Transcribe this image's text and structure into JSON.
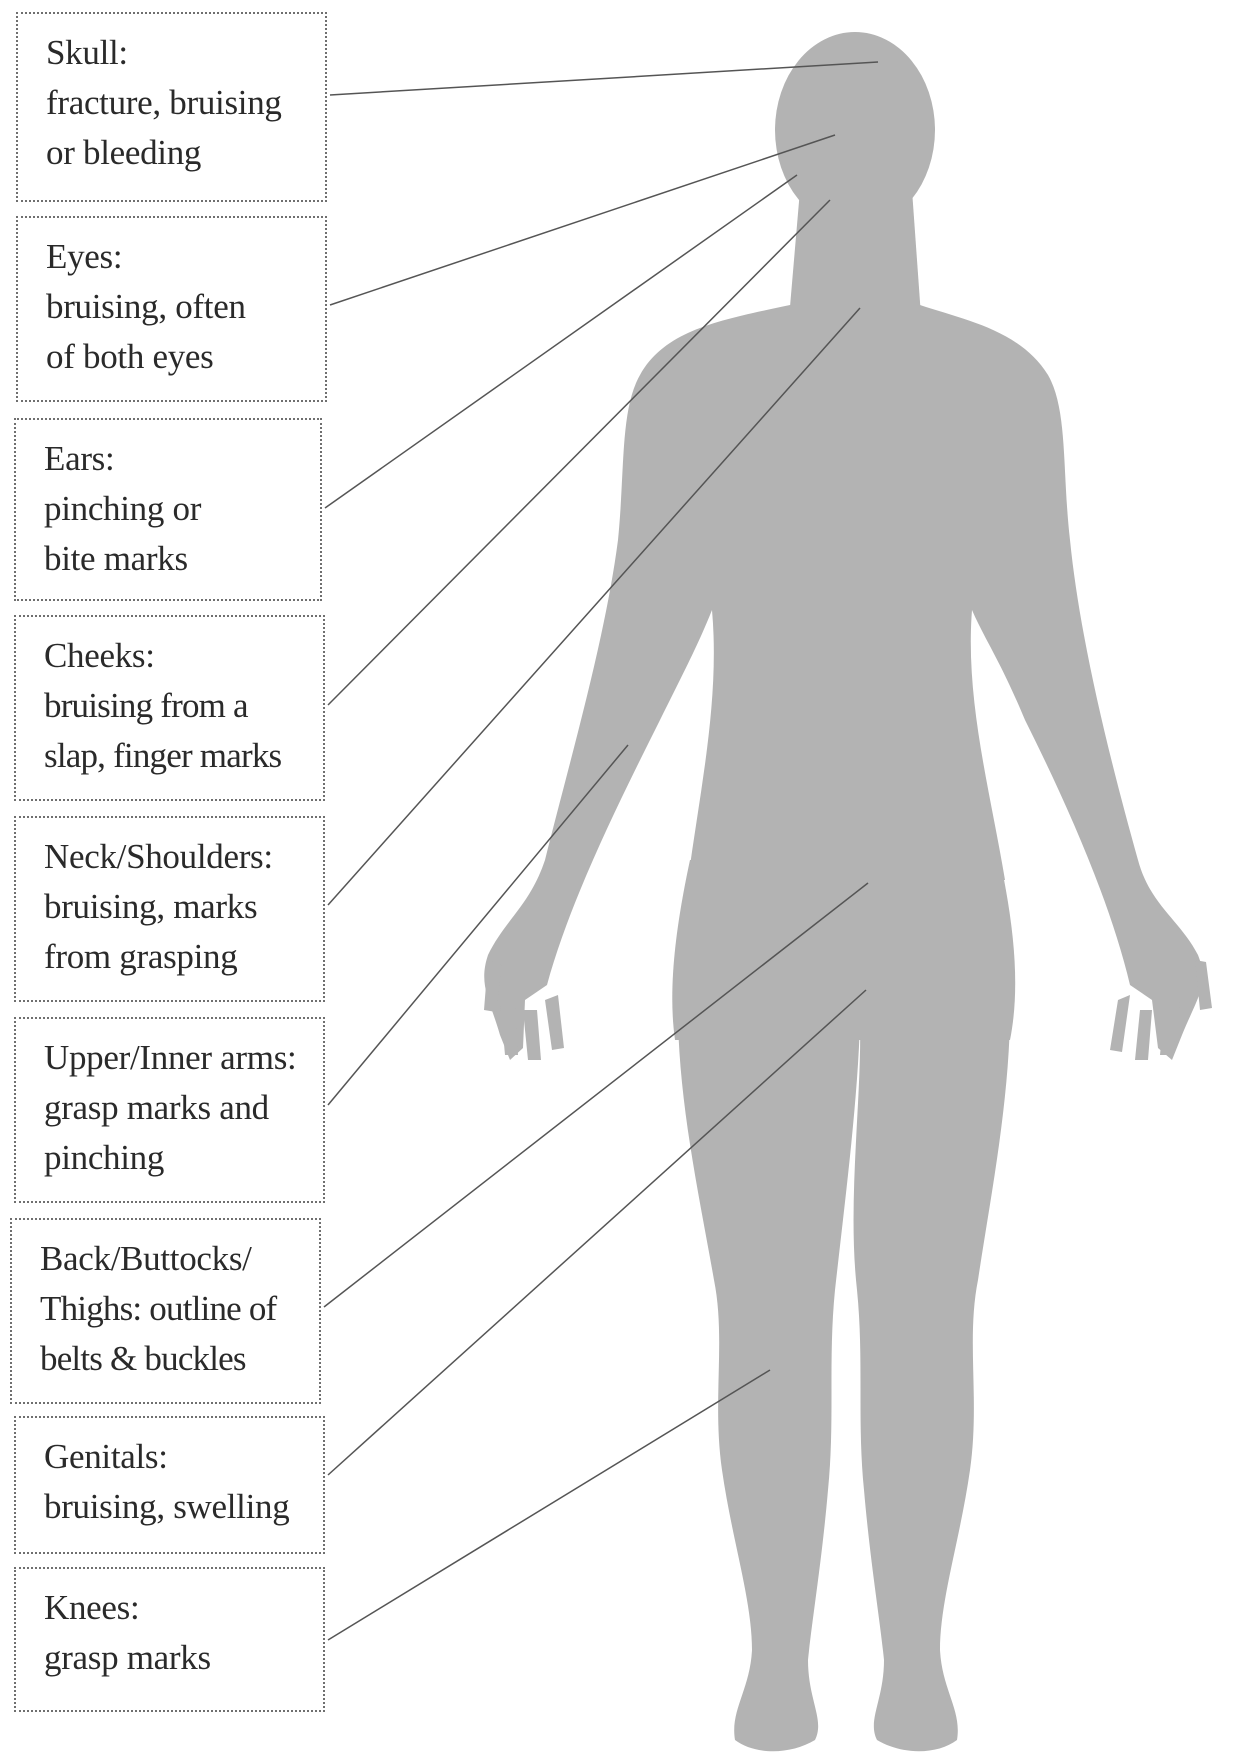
{
  "diagram": {
    "silhouette_color": "#b3b3b3",
    "leader_line_color": "#555555",
    "labels": [
      {
        "id": "skull",
        "title": "Skull:",
        "desc": "fracture, bruising\nor bleeding"
      },
      {
        "id": "eyes",
        "title": "Eyes:",
        "desc": "bruising, often\nof both eyes"
      },
      {
        "id": "ears",
        "title": "Ears:",
        "desc": "pinching or\nbite marks"
      },
      {
        "id": "cheeks",
        "title": "Cheeks:",
        "desc": "bruising from a\nslap, finger marks"
      },
      {
        "id": "neck-shoulders",
        "title": "Neck/Shoulders:",
        "desc": "bruising, marks\nfrom grasping"
      },
      {
        "id": "upper-inner-arms",
        "title": "Upper/Inner arms:",
        "desc": "grasp marks and\npinching"
      },
      {
        "id": "back-buttocks-thighs",
        "title": "Back/Buttocks/",
        "desc": "Thighs: outline of\nbelts & buckles"
      },
      {
        "id": "genitals",
        "title": "Genitals:",
        "desc": "bruising, swelling"
      },
      {
        "id": "knees",
        "title": "Knees:",
        "desc": "grasp marks"
      }
    ]
  }
}
